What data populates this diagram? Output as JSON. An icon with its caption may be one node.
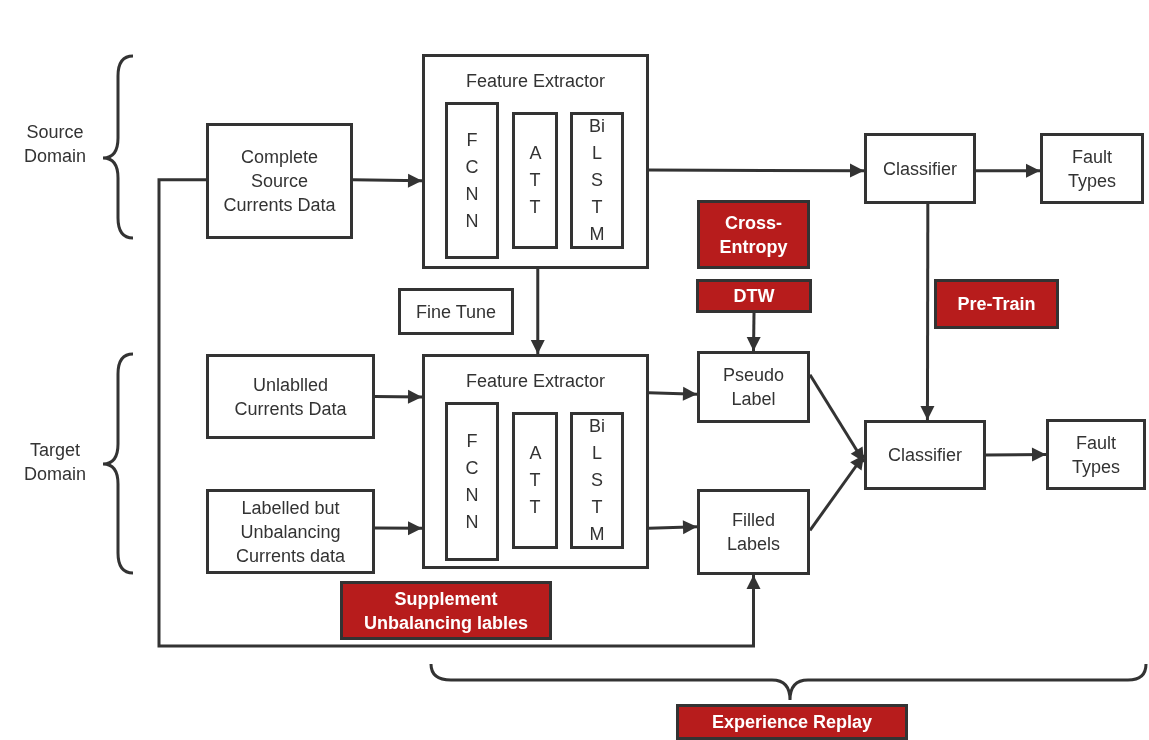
{
  "diagram": {
    "nodes": [
      {
        "text": [
          "Complete Source Currents Data"
        ]
      },
      {
        "text": [
          "Feature Extractor"
        ]
      },
      {
        "text": [
          "F C N N"
        ],
        "in": 1
      },
      {
        "text": [
          "A T T"
        ],
        "in": 1
      },
      {
        "text": [
          "Bi L S T M"
        ],
        "in": 1
      },
      {
        "text": [
          "Classifier"
        ]
      },
      {
        "text": [
          "Fault Types"
        ]
      },
      {
        "text": [
          "Cross-Entropy"
        ]
      },
      {
        "text": [
          "DTW"
        ]
      },
      {
        "text": [
          "Pre-Train"
        ]
      },
      {
        "text": [
          "Fine Tune"
        ]
      },
      {
        "text": [
          "Unlablled Currents Data"
        ]
      },
      {
        "text": [
          "Feature Extractor"
        ]
      },
      {
        "text": [
          "F C N N"
        ],
        "in": 12
      },
      {
        "text": [
          "A T T"
        ],
        "in": 12
      },
      {
        "text": [
          "Bi L S T M"
        ],
        "in": 12
      },
      {
        "text": [
          "Pseudo Label"
        ]
      },
      {
        "text": [
          "Classifier"
        ]
      },
      {
        "text": [
          "Fault Types"
        ]
      },
      {
        "text": [
          "Filled Labels"
        ]
      },
      {
        "text": [
          "Labelled but Unbalancing Currents data"
        ]
      },
      {
        "text": [
          "Supplement Unbalancing lables"
        ]
      },
      {
        "text": [
          "Experience Replay"
        ]
      }
    ],
    "edges": [
      {
        "from": 0,
        "to": 1,
        "arrow": "to"
      },
      {
        "from": 1,
        "to": 5,
        "arrow": "to"
      },
      {
        "from": 5,
        "to": 6,
        "arrow": "to"
      },
      {
        "from": 1,
        "to": 12,
        "arrow": "to"
      },
      {
        "from": 11,
        "to": 12,
        "arrow": "to"
      },
      {
        "from": 20,
        "to": 12,
        "arrow": "to"
      },
      {
        "from": 12,
        "to": 16,
        "arrow": "to"
      },
      {
        "from": 12,
        "to": 19,
        "arrow": "to"
      },
      {
        "from": 8,
        "to": 16,
        "arrow": "to"
      },
      {
        "from": 5,
        "to": 17,
        "arrow": "to"
      },
      {
        "from": 16,
        "to": 17,
        "arrow": "to"
      },
      {
        "from": 19,
        "to": 17,
        "arrow": "to"
      },
      {
        "from": 17,
        "to": 18,
        "arrow": "to"
      },
      {
        "from": 0,
        "to": 19,
        "arrow": "to"
      }
    ],
    "labels": [
      "Source Domain",
      "Target Domain"
    ]
  }
}
